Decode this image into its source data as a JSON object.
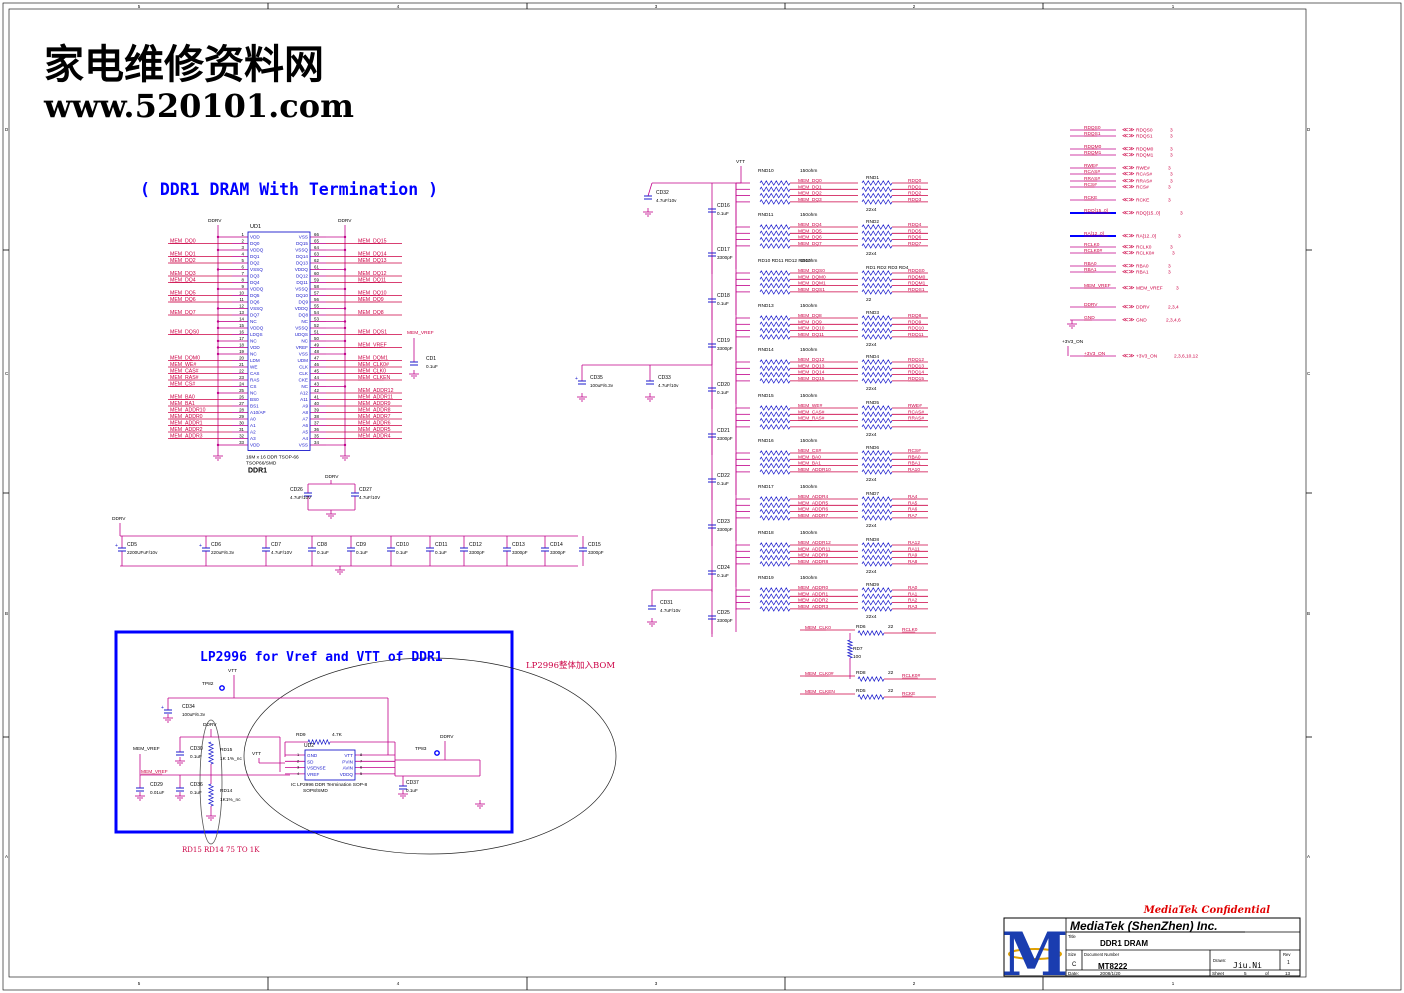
{
  "watermark": {
    "line1": "家电维修资料网",
    "line2": "www.520101.com"
  },
  "titles": {
    "main": "( DDR1 DRAM With Termination )",
    "lp": "LP2996 for Vref and VTT of DDR1",
    "bom_note": "LP2996整体加入BOM",
    "rd_note": "RD15 RD14 75 TO 1K"
  },
  "border": {
    "cols": [
      "5",
      "4",
      "3",
      "2",
      "1"
    ],
    "rows": [
      "D",
      "C",
      "B",
      "A"
    ]
  },
  "chip": {
    "ref": "UD1",
    "desc1": "16M x 16 DDR TSOP-66",
    "desc2": "TSOP66/SMD",
    "name": "DDR1",
    "rail": "DDRV",
    "left_pins": [
      "VDD",
      "DQ0",
      "VDDQ",
      "DQ1",
      "DQ2",
      "VSSQ",
      "DQ3",
      "DQ4",
      "VDDQ",
      "DQ5",
      "DQ6",
      "VSSQ",
      "DQ7",
      "NC",
      "VDDQ",
      "LDQS",
      "NC",
      "VDD",
      "NC",
      "LDM",
      "WE",
      "CAS",
      "RAS",
      "CS",
      "NC",
      "BS0",
      "BS1",
      "A10/AP",
      "A0",
      "A1",
      "A2",
      "A3",
      "VDD"
    ],
    "right_pins": [
      "VSS",
      "DQ15",
      "VSSQ",
      "DQ14",
      "DQ13",
      "VDDQ",
      "DQ12",
      "DQ11",
      "VSSQ",
      "DQ10",
      "DQ9",
      "VDDQ",
      "DQ8",
      "NC",
      "VSSQ",
      "UDQS",
      "NC",
      "VREF",
      "VSS",
      "UDM",
      "CLK",
      "CLK",
      "CKE",
      "NC",
      "A12",
      "A11",
      "A9",
      "A8",
      "A7",
      "A6",
      "A5",
      "A4",
      "VSS"
    ],
    "left_nets": [
      "",
      "MEM_DQ0",
      "",
      "MEM_DQ1",
      "MEM_DQ2",
      "",
      "MEM_DQ3",
      "MEM_DQ4",
      "",
      "MEM_DQ5",
      "MEM_DQ6",
      "",
      "MEM_DQ7",
      "",
      "",
      "MEM_DQS0",
      "",
      "",
      "",
      "MEM_DQM0",
      "MEM_WE#",
      "MEM_CAS#",
      "MEM_RAS#",
      "MEM_CS#",
      "",
      "MEM_BA0",
      "MEM_BA1",
      "MEM_ADDR10",
      "MEM_ADDR0",
      "MEM_ADDR1",
      "MEM_ADDR2",
      "MEM_ADDR3",
      ""
    ],
    "right_nets": [
      "",
      "MEM_DQ15",
      "",
      "MEM_DQ14",
      "MEM_DQ13",
      "",
      "MEM_DQ12",
      "MEM_DQ11",
      "",
      "MEM_DQ10",
      "MEM_DQ9",
      "",
      "MEM_DQ8",
      "",
      "",
      "MEM_DQS1",
      "",
      "MEM_VREF",
      "",
      "MEM_DQM1",
      "MEM_CLK0#",
      "MEM_CLK0",
      "MEM_CLKEN",
      "",
      "MEM_ADDR12",
      "MEM_ADDR11",
      "MEM_ADDR9",
      "MEM_ADDR8",
      "MEM_ADDR7",
      "MEM_ADDR6",
      "MEM_ADDR5",
      "MEM_ADDR4",
      ""
    ]
  },
  "chip_caps": [
    {
      "ref": "CD1",
      "val": "0.1uF",
      "net": "MEM_VREF"
    },
    {
      "ref": "CD26",
      "val": "4.7uF/10V"
    },
    {
      "ref": "CD27",
      "val": "4.7uF/10V"
    }
  ],
  "bulk": {
    "rail": "DDRV",
    "caps": [
      {
        "ref": "CD5",
        "val": "2200UFuF/10v"
      },
      {
        "ref": "CD6",
        "val": "220uF/6.3v"
      },
      {
        "ref": "CD7",
        "val": "4.7uF/10V"
      },
      {
        "ref": "CD8",
        "val": "0.1uF"
      },
      {
        "ref": "CD9",
        "val": "0.1uF"
      },
      {
        "ref": "CD10",
        "val": "0.1uF"
      },
      {
        "ref": "CD11",
        "val": "0.1uF"
      },
      {
        "ref": "CD12",
        "val": "3300pF"
      },
      {
        "ref": "CD13",
        "val": "3300pF"
      },
      {
        "ref": "CD14",
        "val": "3300pF"
      },
      {
        "ref": "CD15",
        "val": "3300pF"
      }
    ]
  },
  "term": {
    "rail": "VTT",
    "groups": [
      {
        "rn": "RND10",
        "rv": "150ohm",
        "sn": "RND1",
        "sv": "22x4",
        "nets": [
          "MEM_DQ0",
          "MEM_DQ1",
          "MEM_DQ2",
          "MEM_DQ3"
        ],
        "outs": [
          "RDQ0",
          "RDQ1",
          "RDQ2",
          "RDQ3"
        ],
        "cap": "CD16",
        "cv": "0.1uF"
      },
      {
        "rn": "RND11",
        "rv": "150ohm",
        "sn": "RND2",
        "sv": "22x4",
        "nets": [
          "MEM_DQ4",
          "MEM_DQ5",
          "MEM_DQ6",
          "MEM_DQ7"
        ],
        "outs": [
          "RDQ4",
          "RDQ5",
          "RDQ6",
          "RDQ7"
        ],
        "cap": "CD17",
        "cv": "3300pF"
      },
      {
        "rn": "RD10 RD11 RD12 RD13",
        "rv": "150ohm",
        "sn": "RD1 RD2 RD3 RD4",
        "sv": "22",
        "nets": [
          "MEM_DQS0",
          "MEM_DQM0",
          "MEM_DQM1",
          "MEM_DQS1"
        ],
        "outs": [
          "RDQS0",
          "RDQM0",
          "RDQM1",
          "RDQS1"
        ],
        "cap": "CD18",
        "cv": "0.1uF"
      },
      {
        "rn": "RND13",
        "rv": "150ohm",
        "sn": "RND3",
        "sv": "22x4",
        "nets": [
          "MEM_DQ8",
          "MEM_DQ9",
          "MEM_DQ10",
          "MEM_DQ11"
        ],
        "outs": [
          "RDQ8",
          "RDQ9",
          "RDQ10",
          "RDQ11"
        ],
        "cap": "CD19",
        "cv": "3300pF"
      },
      {
        "rn": "RND14",
        "rv": "150ohm",
        "sn": "RND4",
        "sv": "22x4",
        "nets": [
          "MEM_DQ12",
          "MEM_DQ13",
          "MEM_DQ14",
          "MEM_DQ15"
        ],
        "outs": [
          "RDQ12",
          "RDQ13",
          "RDQ14",
          "RDQ15"
        ],
        "cap": "CD20",
        "cv": "0.1uF"
      },
      {
        "rn": "RND15",
        "rv": "150ohm",
        "sn": "RND5",
        "sv": "22x4",
        "nets": [
          "MEM_WE#",
          "MEM_CAS#",
          "MEM_RAS#",
          ""
        ],
        "outs": [
          "RWE#",
          "RCAS#",
          "RRAS#",
          ""
        ],
        "cap": "CD21",
        "cv": "3300pF"
      },
      {
        "rn": "RND16",
        "rv": "150ohm",
        "sn": "RND6",
        "sv": "22x4",
        "nets": [
          "MEM_CS#",
          "MEM_BA0",
          "MEM_BA1",
          "MEM_ADDR10"
        ],
        "outs": [
          "RCS#",
          "RBA0",
          "RBA1",
          "RA10"
        ],
        "cap": "CD22",
        "cv": "0.1uF"
      },
      {
        "rn": "RND17",
        "rv": "150ohm",
        "sn": "RND7",
        "sv": "22x4",
        "nets": [
          "MEM_ADDR4",
          "MEM_ADDR5",
          "MEM_ADDR6",
          "MEM_ADDR7"
        ],
        "outs": [
          "RA4",
          "RA5",
          "RA6",
          "RA7"
        ],
        "cap": "CD23",
        "cv": "3300pF"
      },
      {
        "rn": "RND18",
        "rv": "150ohm",
        "sn": "RND8",
        "sv": "22x4",
        "nets": [
          "MEM_ADDR12",
          "MEM_ADDR11",
          "MEM_ADDR9",
          "MEM_ADDR8"
        ],
        "outs": [
          "RA12",
          "RA11",
          "RA9",
          "RA8"
        ],
        "cap": "CD24",
        "cv": "0.1uF"
      },
      {
        "rn": "RND19",
        "rv": "150ohm",
        "sn": "RND9",
        "sv": "22x4",
        "nets": [
          "MEM_ADDR0",
          "MEM_ADDR1",
          "MEM_ADDR2",
          "MEM_ADDR3"
        ],
        "outs": [
          "RA0",
          "RA1",
          "RA2",
          "RA3"
        ],
        "cap": "CD25",
        "cv": "3300pF"
      }
    ],
    "left_caps": [
      {
        "ref": "CD32",
        "val": "4.7uF/10v"
      },
      {
        "ref": "CD35",
        "val": "100uF/6.3v"
      },
      {
        "ref": "CD33",
        "val": "4.7uF/10v"
      },
      {
        "ref": "CD31",
        "val": "4.7uF/10v"
      }
    ],
    "clk": [
      {
        "net": "MEM_CLK0",
        "ref": "RD6",
        "val": "22",
        "out": "RCLK0"
      },
      {
        "net": "MEM_CLK0#",
        "ref": "RD8",
        "val": "22",
        "out": "RCLK0#"
      },
      {
        "net": "MEM_CLKEN",
        "ref": "RD5",
        "val": "22",
        "out": "RCKE"
      }
    ],
    "rd7": {
      "ref": "RD7",
      "val": "100"
    }
  },
  "ports": [
    {
      "sig": "RDQS0",
      "name": "RDQS0",
      "pg": "3"
    },
    {
      "sig": "RDQS1",
      "name": "RDQS1",
      "pg": "3"
    },
    {
      "sig": "RDQM0",
      "name": "RDQM0",
      "pg": "3"
    },
    {
      "sig": "RDQM1",
      "name": "RDQM1",
      "pg": "3"
    },
    {
      "sig": "RWE#",
      "name": "RWE#",
      "pg": "3"
    },
    {
      "sig": "RCAS#",
      "name": "RCAS#",
      "pg": "3"
    },
    {
      "sig": "RRAS#",
      "name": "RRAS#",
      "pg": "3"
    },
    {
      "sig": "RCS#",
      "name": "RCS#",
      "pg": "3"
    },
    {
      "sig": "RCKE",
      "name": "RCKE",
      "pg": "3"
    },
    {
      "sig": "RDQ[15..0]",
      "name": "RDQ[15..0]",
      "pg": "3"
    },
    {
      "sig": "RA[12..0]",
      "name": "RA[12..0]",
      "pg": "3"
    },
    {
      "sig": "RCLK0",
      "name": "RCLK0",
      "pg": "3"
    },
    {
      "sig": "RCLK0#",
      "name": "RCLK0#",
      "pg": "3"
    },
    {
      "sig": "RBA0",
      "name": "RBA0",
      "pg": "3"
    },
    {
      "sig": "RBA1",
      "name": "RBA1",
      "pg": "3"
    },
    {
      "sig": "MEM_VREF",
      "name": "MEM_VREF",
      "pg": "3"
    },
    {
      "sig": "DDRV",
      "name": "DDRV",
      "pg": "2,3,4"
    },
    {
      "sig": "GND",
      "name": "GND",
      "pg": "2,3,4,6"
    },
    {
      "sig": "+3V3_ON",
      "name": "+3V3_ON",
      "pg": "2,3,6,10,12"
    }
  ],
  "lp": {
    "ic_ref": "UD2",
    "ic_left": [
      "GND",
      "SD",
      "VSENSE",
      "VREF"
    ],
    "ic_right": [
      "VTT",
      "PVIN",
      "AVIN",
      "VDDQ"
    ],
    "ic_desc1": "IC LP2996 DDR Termination SOP-8",
    "ic_desc2": "SOP8/SMD",
    "vtt": "VTT",
    "ddrv": "DDRV",
    "tp82": "TP82",
    "tp83": "TP83",
    "cd34": {
      "ref": "CD34",
      "val": "100uF/6.3v"
    },
    "cd30": {
      "ref": "CD30",
      "val": "0.1uF"
    },
    "cd29": {
      "ref": "CD29",
      "val": "0.01uF"
    },
    "cd36": {
      "ref": "CD36",
      "val": "0.1uF"
    },
    "cd37": {
      "ref": "CD37",
      "val": "0.1uF"
    },
    "rd15": {
      "ref": "RD15",
      "val": "1K 1%_nc"
    },
    "rd14": {
      "ref": "RD14",
      "val": "1K1%_nc"
    },
    "rd9": {
      "ref": "RD9",
      "val": "4.7K"
    },
    "mem_vref": "MEM_VREF"
  },
  "titleblock": {
    "confidential": "MediaTek Confidential",
    "company": "MediaTek (ShenZhen) Inc.",
    "title_label": "Title",
    "title": "DDR1 DRAM",
    "size_label": "Size",
    "size": "C",
    "docnum_label": "Document Number",
    "docnum": "MT8222",
    "drawn_label": "Drawn:",
    "drawn": "Jiu.Ni",
    "rev_label": "Rev",
    "rev": "1",
    "date_label": "Date:",
    "date": "2008/1/20",
    "sheet_label": "Sheet",
    "sheet": "5",
    "of_label": "of",
    "of": "13",
    "logo": "M"
  },
  "colors": {
    "net": "#cc0044",
    "wire": "#c0008a",
    "part": "#1a1acc",
    "text": "#000000",
    "box": "#0000ff"
  }
}
